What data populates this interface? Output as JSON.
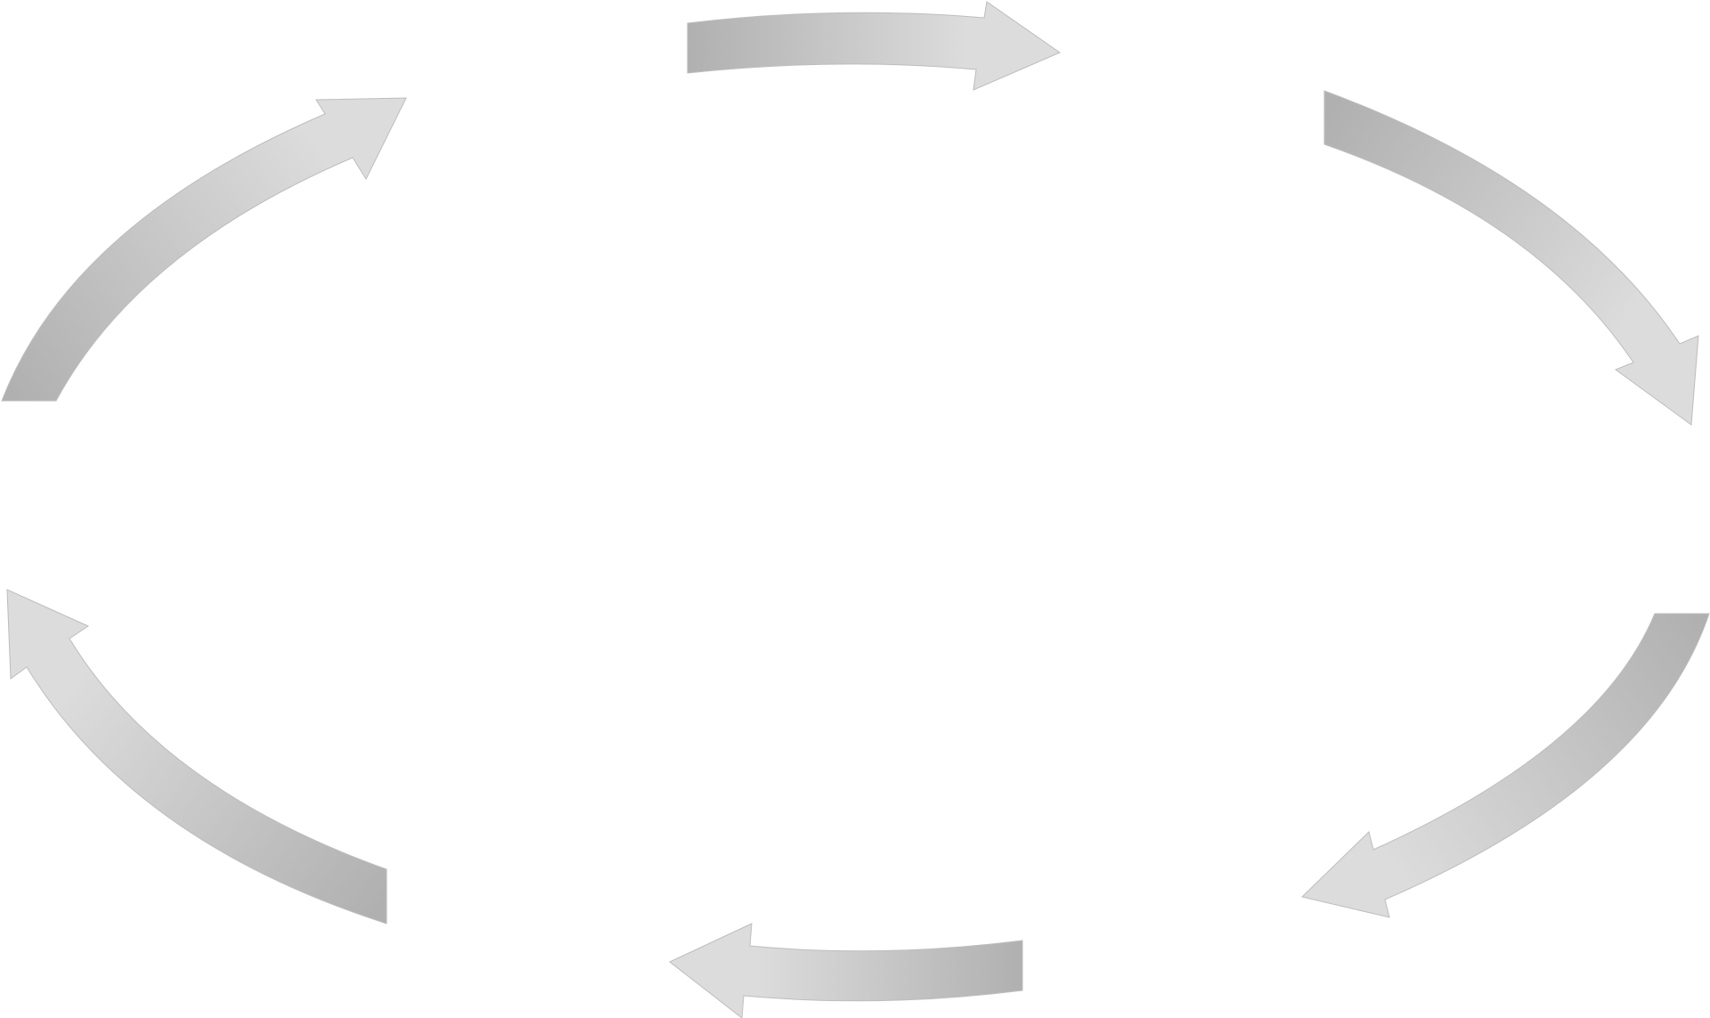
{
  "diagram": {
    "type": "cycle",
    "direction": "clockwise",
    "arrow_count": 6,
    "colors": {
      "arrow_tail": "#b0b0b0",
      "arrow_head": "#dcdcdc",
      "background": "#ffffff"
    },
    "arrows": [
      {
        "id": "top",
        "icon": "curved-arrow-right"
      },
      {
        "id": "upper-right",
        "icon": "curved-arrow-down-right"
      },
      {
        "id": "lower-right",
        "icon": "curved-arrow-down-left"
      },
      {
        "id": "bottom",
        "icon": "curved-arrow-left"
      },
      {
        "id": "lower-left",
        "icon": "curved-arrow-up-left"
      },
      {
        "id": "upper-left",
        "icon": "curved-arrow-up-right"
      }
    ]
  }
}
